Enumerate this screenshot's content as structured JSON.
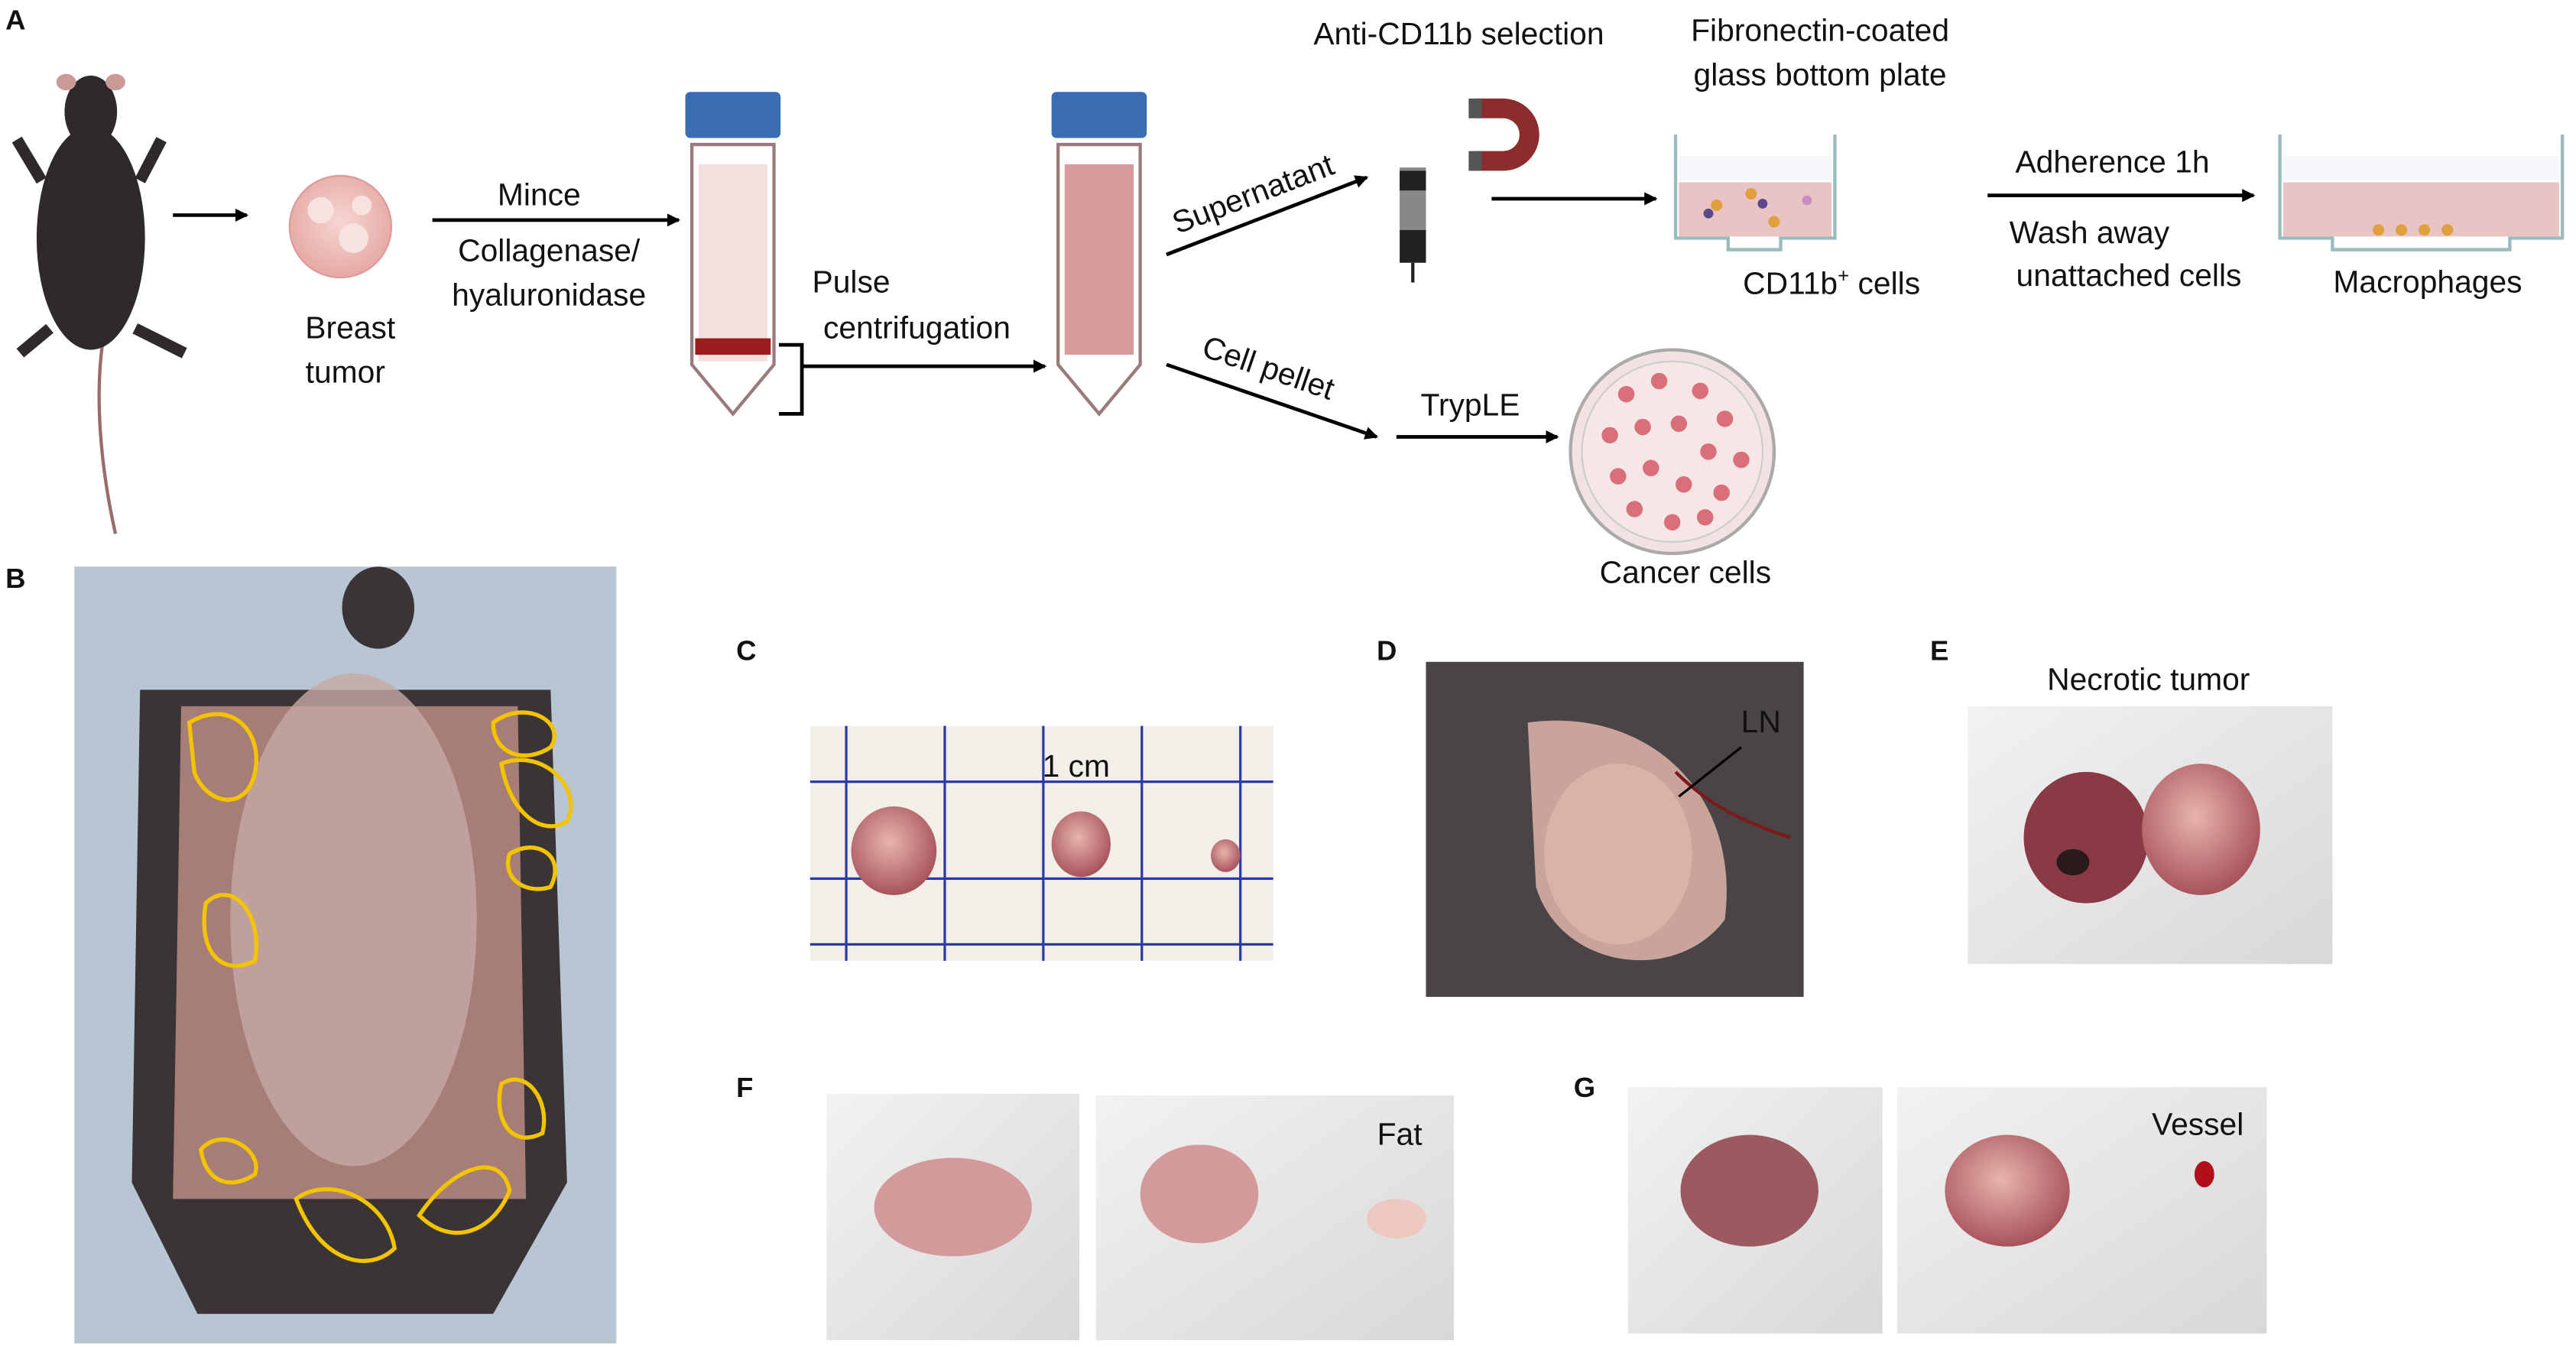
{
  "panels": {
    "a": "A",
    "b": "B",
    "c": "C",
    "d": "D",
    "e": "E",
    "f": "F",
    "g": "G"
  },
  "workflow": {
    "breast_tumor": [
      "Breast",
      "tumor"
    ],
    "mince": "Mince",
    "enzymes": [
      "Collagenase/",
      "hyaluronidase"
    ],
    "pulse": [
      "Pulse",
      "centrifugation"
    ],
    "supernatant": "Supernatant",
    "cell_pellet": "Cell pellet",
    "anti_cd11b": "Anti-CD11b selection",
    "plate_title": [
      "Fibronectin-coated",
      "glass bottom plate"
    ],
    "cd11b_cells": "CD11b",
    "cd11b_sup": "+",
    "cd11b_suffix": " cells",
    "adherence": "Adherence 1h",
    "wash": [
      "Wash away",
      "unattached cells"
    ],
    "macrophages": "Macrophages",
    "tryple": "TrypLE",
    "cancer_cells": "Cancer cells"
  },
  "photos": {
    "c_scale": "1 cm",
    "d_ln": "LN",
    "e_title": "Necrotic tumor",
    "f_fat": "Fat",
    "g_vessel": "Vessel"
  },
  "colors": {
    "tumor_outline": "#f2c400",
    "cap": "#3b6db3",
    "magnet": "#8b2d2d",
    "medium": "#e8c4c4"
  }
}
